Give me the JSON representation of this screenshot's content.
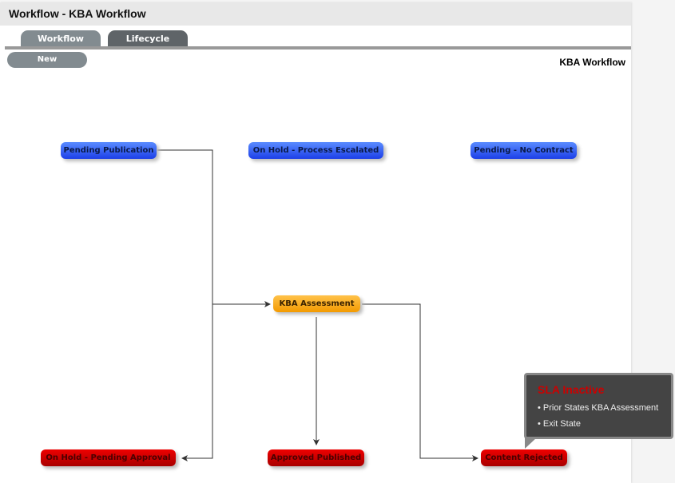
{
  "header": {
    "title": "Workflow - KBA Workflow"
  },
  "tabs": [
    {
      "label": "Workflow",
      "active": false
    },
    {
      "label": "Lifecycle",
      "active": true
    }
  ],
  "toolbar": {
    "new_label": "New"
  },
  "workflow_name": "KBA Workflow",
  "states": {
    "pending_publication": "Pending Publication",
    "on_hold_escalated": "On Hold - Process Escalated",
    "pending_no_contract": "Pending - No Contract",
    "kba_assessment": "KBA Assessment",
    "on_hold_pending_approval": "On Hold - Pending Approval",
    "approved_published": "Approved Published",
    "content_rejected": "Content Rejected"
  },
  "tooltip": {
    "title": "SLA Inactive",
    "line1": "• Prior States  KBA Assessment",
    "line2": "• Exit State"
  },
  "colors": {
    "open": "#2a4ff0",
    "active": "#f5a000",
    "closed": "#d00000"
  }
}
